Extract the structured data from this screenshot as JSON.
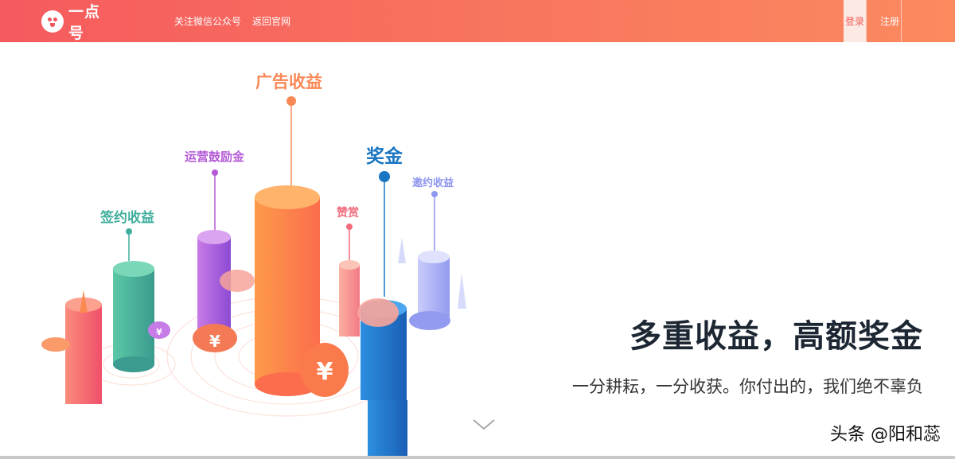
{
  "brand": {
    "name": "一点号"
  },
  "nav": {
    "items": [
      {
        "label": "关注微信公众号"
      },
      {
        "label": "返回官网"
      }
    ]
  },
  "auth": {
    "login": "登录",
    "register": "注册"
  },
  "illustration": {
    "labels": {
      "ad_revenue": "广告收益",
      "operation_incentive": "运营鼓励金",
      "signing_revenue": "签约收益",
      "bonus": "奖金",
      "tips": "赞赏",
      "invite_revenue": "邀约收益"
    },
    "colors": {
      "ad_revenue": "#f98855",
      "operation_incentive": "#b35ad6",
      "signing_revenue": "#3fae9c",
      "bonus": "#1a76c2",
      "tips": "#f06a7a",
      "invite_revenue": "#8f97f0"
    },
    "yuan_symbol": "¥"
  },
  "hero": {
    "headline": "多重收益，高额奖金",
    "subline": "一分耕耘，一分收获。你付出的，我们绝不辜负"
  },
  "watermark": "头条 @阳和蕊"
}
